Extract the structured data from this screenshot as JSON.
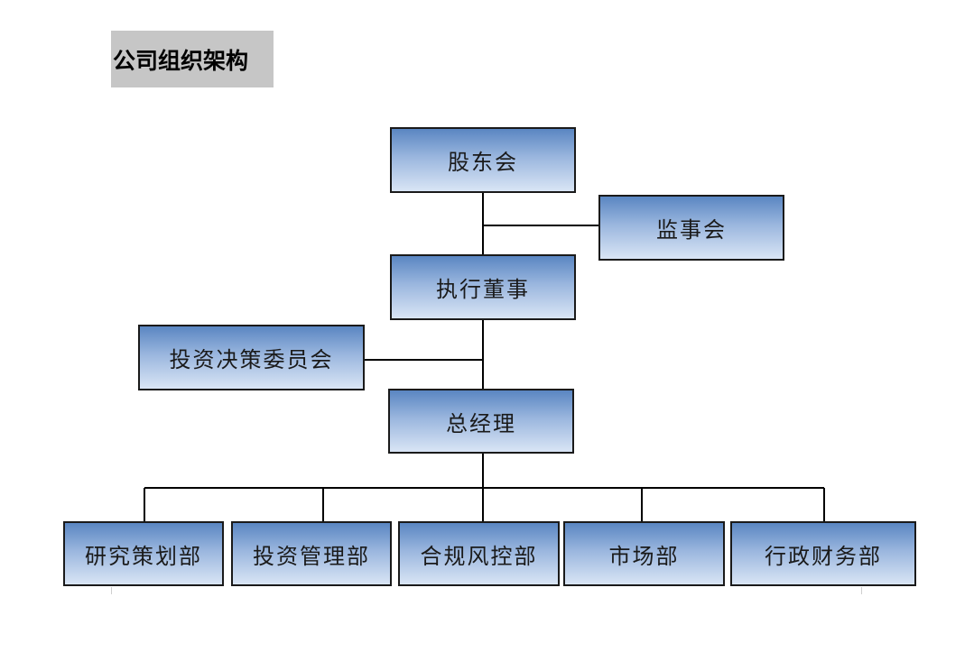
{
  "title": "公司组织架构",
  "org": {
    "shareholders": "股东会",
    "supervisors": "监事会",
    "executive_director": "执行董事",
    "investment_committee": "投资决策委员会",
    "general_manager": "总经理",
    "departments": [
      "研究策划部",
      "投资管理部",
      "合规风控部",
      "市场部",
      "行政财务部"
    ]
  },
  "colors": {
    "box_top": "#5a86c2",
    "box_bottom": "#d9e5f5",
    "border": "#1a1a1a",
    "title_bg": "#c6c6c6"
  }
}
